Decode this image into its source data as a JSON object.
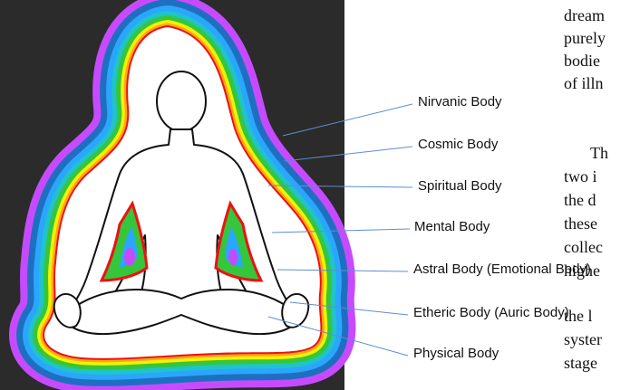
{
  "colors": {
    "background": "#2b2b2b",
    "layers": [
      "#c64bff",
      "#1f6fc0",
      "#2aa6ff",
      "#20c4c8",
      "#35c63c",
      "#f2f200",
      "#ffa51c",
      "#ee1111",
      "#ffffff"
    ],
    "pointer_line": "#5b8fd0"
  },
  "labels": [
    "Nirvanic Body",
    "Cosmic Body",
    "Spiritual Body",
    "Mental Body",
    "Astral Body (Emotional Body)",
    "Etheric Body (Auric Body)",
    "Physical Body"
  ],
  "side_text": {
    "lines": [
      "dream",
      "purely",
      "bodie",
      "of illn",
      "Th",
      "two i",
      "the d",
      "these",
      "collec",
      "highe",
      "the l",
      "syster",
      "stage"
    ]
  }
}
